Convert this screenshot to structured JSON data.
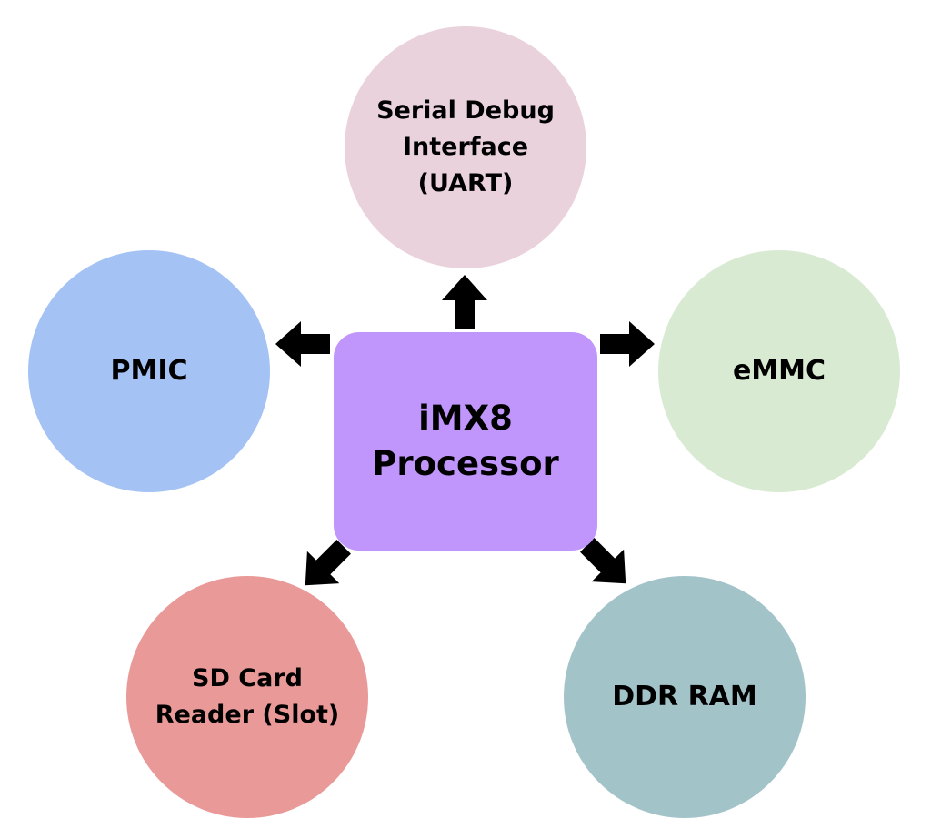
{
  "center": {
    "label": "iMX8\nProcessor",
    "color": "#c095fc"
  },
  "nodes": {
    "uart": {
      "label": "Serial Debug\nInterface\n(UART)",
      "color": "#ead2dc"
    },
    "pmic": {
      "label": "PMIC",
      "color": "#a4c2f4"
    },
    "emmc": {
      "label": "eMMC",
      "color": "#d9ead3"
    },
    "sd": {
      "label": "SD  Card\nReader (Slot)",
      "color": "#ea9999"
    },
    "ddr": {
      "label": "DDR RAM",
      "color": "#a2c4c9"
    }
  },
  "arrow_color": "#000000"
}
